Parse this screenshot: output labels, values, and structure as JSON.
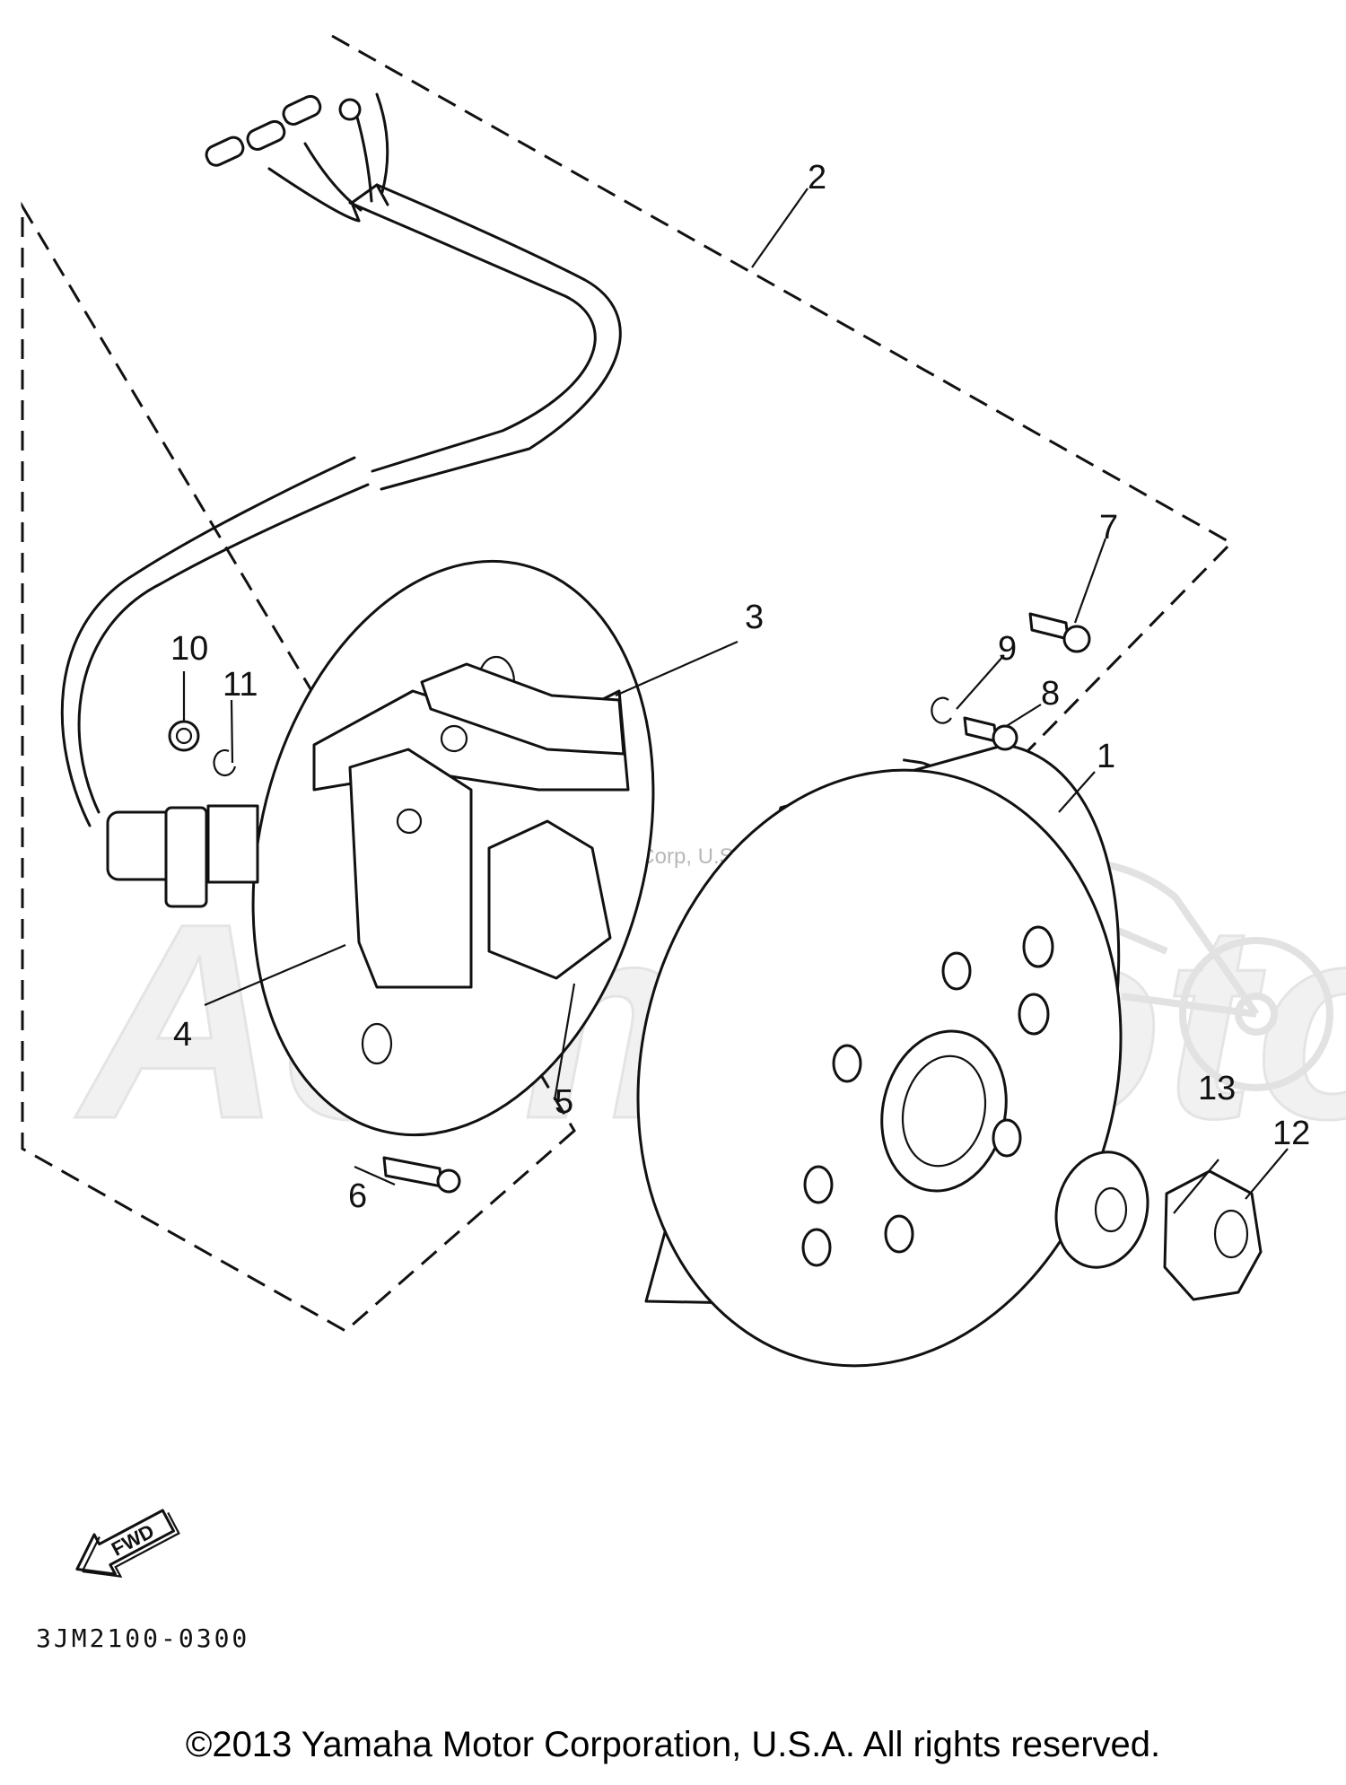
{
  "callouts": [
    "1",
    "2",
    "3",
    "4",
    "5",
    "6",
    "7",
    "8",
    "9",
    "10",
    "11",
    "12",
    "13"
  ],
  "diagram_code": "3JM2100-0300",
  "direction_label": "FWD",
  "watermark": {
    "brand": "AcmiMoto",
    "overlay_text": "Yamaha Motor Corp, U.S.A."
  },
  "copyright": "©2013 Yamaha Motor Corporation, U.S.A. All rights reserved.",
  "icons": [
    "forward-arrow-icon"
  ]
}
